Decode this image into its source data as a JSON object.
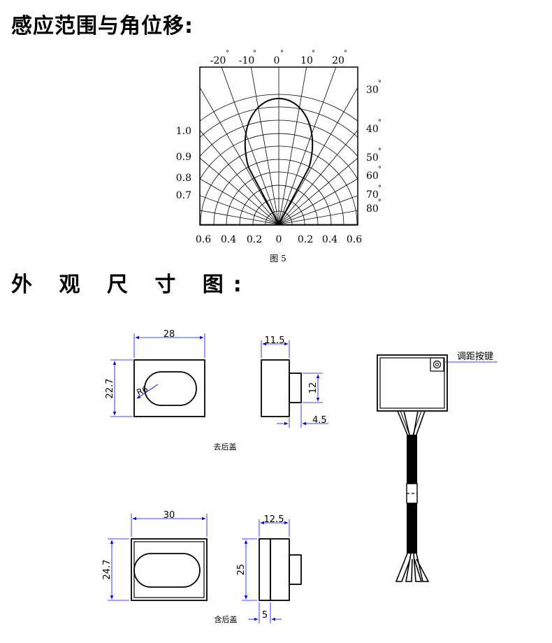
{
  "headings": {
    "range": "感应范围与角位移:",
    "outline": "外 观 尺 寸 图:"
  },
  "polar": {
    "top_angles": [
      "-20",
      "-10",
      "0",
      "10",
      "20"
    ],
    "right_angles": [
      "30",
      "40",
      "50",
      "60",
      "70",
      "80"
    ],
    "left_values": [
      "1.0",
      "0.9",
      "0.8",
      "0.7"
    ],
    "bottom_values": [
      "0.6",
      "0.4",
      "0.2",
      "0",
      "0.2",
      "0.4",
      "0.6"
    ],
    "degree_symbol": "°",
    "caption": "图 5"
  },
  "drawings": {
    "open_front": {
      "width": "28",
      "height": "22.7",
      "radius": "R6"
    },
    "open_side": {
      "depth": "11.5",
      "boss_height": "12",
      "boss_depth": "4.5"
    },
    "open_caption": "去后盖",
    "closed_front": {
      "width": "30",
      "height": "24.7"
    },
    "closed_side": {
      "depth": "12.5",
      "boss_height": "25",
      "boss_depth": "5"
    },
    "closed_caption": "含后盖",
    "module_button_label": "调距按键"
  }
}
